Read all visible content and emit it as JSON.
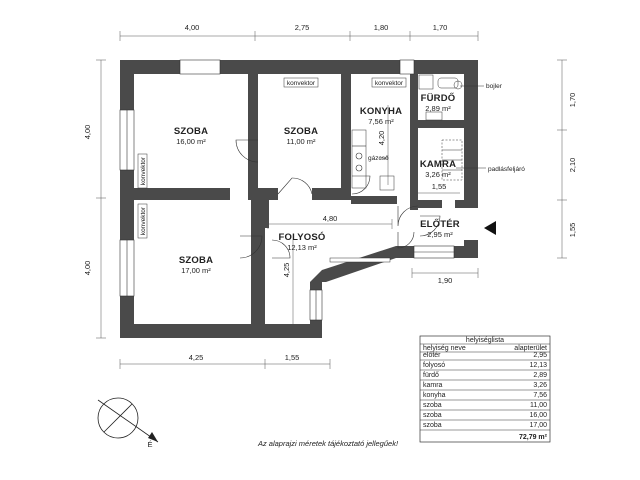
{
  "dimensions": {
    "top": [
      "4,00",
      "2,75",
      "1,80",
      "1,70"
    ],
    "bottom": [
      "4,25",
      "1,55"
    ],
    "left": [
      "4,00",
      "4,00"
    ],
    "right": [
      "1,70",
      "2,10",
      "1,55"
    ],
    "inner": {
      "hall_width": "4,80",
      "hall_depth": "4,25",
      "kitchen_depth": "4,20",
      "pantry_width": "1,55",
      "entrance_width": "1,90"
    }
  },
  "rooms": [
    {
      "name": "SZOBA",
      "area": "16,00 m²"
    },
    {
      "name": "SZOBA",
      "area": "11,00 m²"
    },
    {
      "name": "KONYHA",
      "area": "7,56 m²"
    },
    {
      "name": "FÜRDŐ",
      "area": "2,89 m²"
    },
    {
      "name": "KAMRA",
      "area": "3,26 m²"
    },
    {
      "name": "SZOBA",
      "area": "17,00 m²"
    },
    {
      "name": "FOLYOSÓ",
      "area": "12,13 m²"
    },
    {
      "name": "ELŐTÉR",
      "area": "2,95 m²"
    }
  ],
  "labels": {
    "convector": "konvektor",
    "gas_stove": "gázcső",
    "boiler": "bojler",
    "attic_ladder": "padlásfeljáró",
    "disclaimer": "Az alaprajzi méretek tájékoztató jellegűek!",
    "north": "É"
  },
  "room_list": {
    "title": "helyiséglista",
    "headers": [
      "helyiség neve",
      "alapterület"
    ],
    "rows": [
      [
        "előtér",
        "2,95"
      ],
      [
        "folyosó",
        "12,13"
      ],
      [
        "fürdő",
        "2,89"
      ],
      [
        "kamra",
        "3,26"
      ],
      [
        "konyha",
        "7,56"
      ],
      [
        "szoba",
        "11,00"
      ],
      [
        "szoba",
        "16,00"
      ],
      [
        "szoba",
        "17,00"
      ]
    ],
    "total": "72,79 m²"
  }
}
